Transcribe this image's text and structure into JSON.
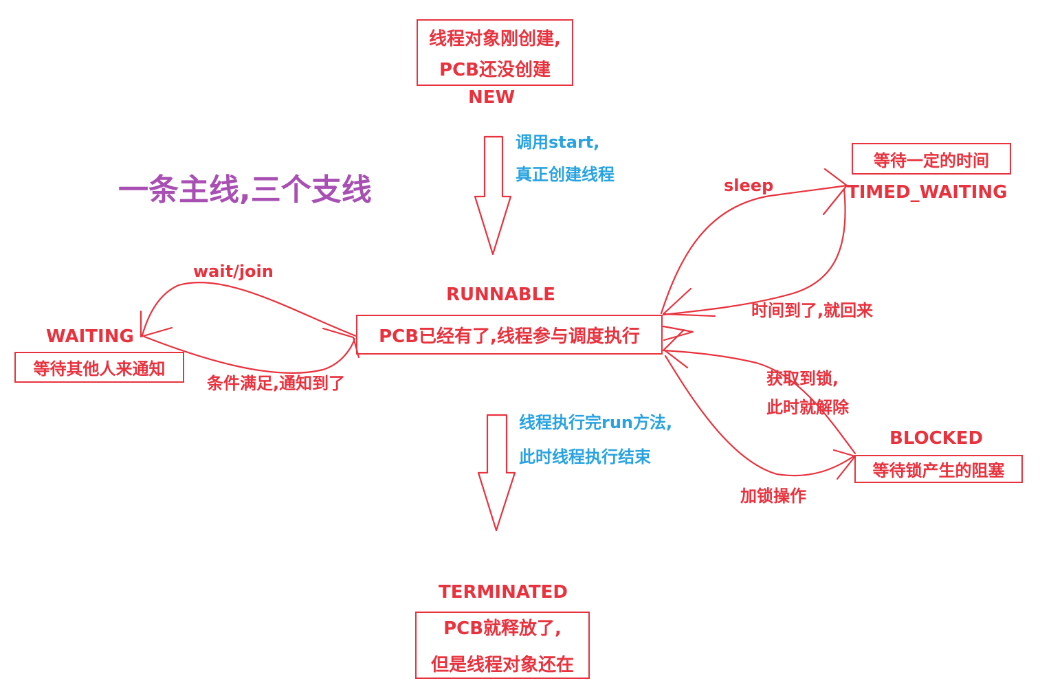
{
  "subtitle": "一条主线,三个支线",
  "states": {
    "new": {
      "name": "NEW",
      "desc": [
        "线程对象刚创建,",
        "PCB还没创建"
      ]
    },
    "runnable": {
      "name": "RUNNABLE",
      "desc": [
        "PCB已经有了,线程参与调度执行"
      ]
    },
    "terminated": {
      "name": "TERMINATED",
      "desc": [
        "PCB就释放了,",
        "但是线程对象还在"
      ]
    },
    "waiting": {
      "name": "WAITING",
      "desc": [
        "等待其他人来通知"
      ]
    },
    "timed_waiting": {
      "name": "TIMED_WAITING",
      "desc": [
        "等待一定的时间"
      ]
    },
    "blocked": {
      "name": "BLOCKED",
      "desc": [
        "等待锁产生的阻塞"
      ]
    }
  },
  "transitions": {
    "start": [
      "调用start,",
      "真正创建线程"
    ],
    "finish": [
      "线程执行完run方法,",
      "此时线程执行结束"
    ],
    "wait_join": "wait/join",
    "notified": "条件满足,通知到了",
    "sleep": "sleep",
    "time_up": "时间到了,就回来",
    "lock": "加锁操作",
    "got_lock": [
      "获取到锁,",
      "此时就解除"
    ]
  },
  "colors": {
    "state": "#e8323e",
    "main_transition": "#29a3e0",
    "subtitle": "#a84fb3"
  }
}
